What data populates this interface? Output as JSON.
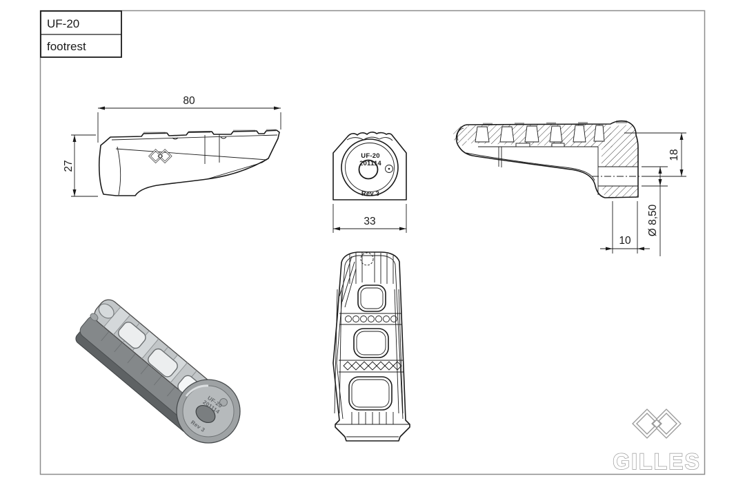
{
  "drawing": {
    "title_block": {
      "part_number": "UF-20",
      "part_name": "footrest"
    },
    "side_view": {
      "width_dim": "80",
      "height_dim": "27"
    },
    "end_view": {
      "width_dim": "33",
      "stamp_line1": "UF-20",
      "stamp_line2": "201114",
      "stamp_rev": "Rev 3"
    },
    "section_view": {
      "height_dim": "18",
      "hole_dim": "Ø 8,50",
      "offset_dim": "10"
    },
    "iso_view": {
      "stamp_line1": "UF-20",
      "stamp_line2": "201114",
      "stamp_rev": "Rev 3"
    },
    "brand": {
      "wordmark": "GILLES"
    },
    "colors": {
      "line": "#1a1a1a",
      "frame_gray": "#8c8c8c",
      "logo_gray": "#9a9a9a",
      "render_light": "#c2c6c8",
      "render_mid": "#84888a",
      "render_dark": "#5e6264"
    }
  }
}
